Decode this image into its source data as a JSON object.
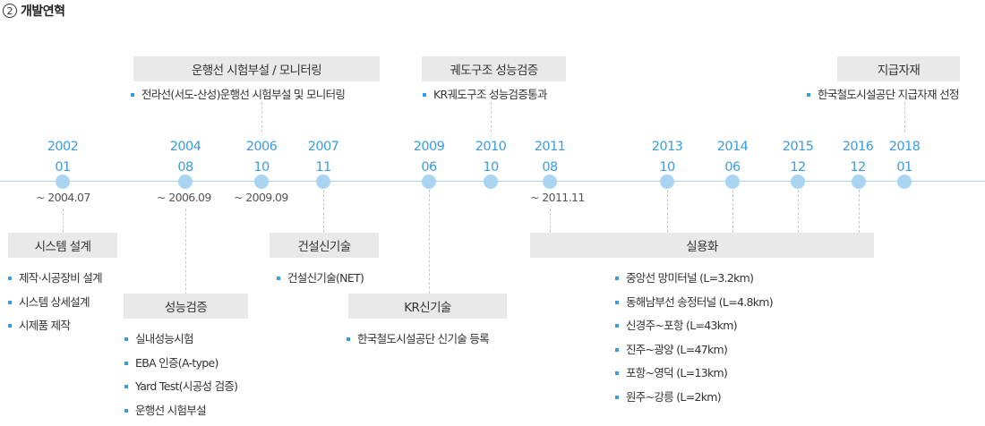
{
  "section": {
    "number": "2",
    "title": "개발연혁"
  },
  "timeline": [
    {
      "year": "2002",
      "month": "01"
    },
    {
      "year": "2004",
      "month": "08"
    },
    {
      "year": "2006",
      "month": "10"
    },
    {
      "year": "2007",
      "month": "11"
    },
    {
      "year": "2009",
      "month": "06"
    },
    {
      "year": "2010",
      "month": "10"
    },
    {
      "year": "2011",
      "month": "08"
    },
    {
      "year": "2013",
      "month": "10"
    },
    {
      "year": "2014",
      "month": "06"
    },
    {
      "year": "2015",
      "month": "12"
    },
    {
      "year": "2016",
      "month": "12"
    },
    {
      "year": "2018",
      "month": "01"
    }
  ],
  "ranges": [
    "~ 2004.07",
    "~ 2006.09",
    "~ 2009.09",
    "~ 2011.11"
  ],
  "top_events": [
    {
      "label": "운행선 시험부설 / 모니터링",
      "items": [
        "전라선(서도-산성)운행선 시험부설 및 모니터링"
      ]
    },
    {
      "label": "궤도구조 성능검증",
      "items": [
        "KR궤도구조 성능검증통과"
      ]
    },
    {
      "label": "지급자재",
      "items": [
        "한국철도시설공단 지급자재 선정"
      ]
    }
  ],
  "bottom_events": [
    {
      "label": "시스템 설계",
      "items": [
        "제작·시공장비 설계",
        "시스템 상세설계",
        "시제품 제작"
      ]
    },
    {
      "label": "성능검증",
      "items": [
        "실내성능시험",
        "EBA 인증(A-type)",
        "Yard Test(시공성 검증)",
        "운행선 시험부설"
      ]
    },
    {
      "label": "건설신기술",
      "items": [
        "건설신기술(NET)"
      ]
    },
    {
      "label": "KR신기술",
      "items": [
        "한국철도시설공단 신기술 등록"
      ]
    },
    {
      "label": "실용화",
      "items": [
        "중앙선 망미터널  (L=3.2km)",
        "동해남부선 송정터널 (L=4.8km)",
        "신경주~포항 (L=43km)",
        "진주~광양 (L=47km)",
        "포항~영덕 (L=13km)",
        "원주~강릉 (L=2km)"
      ]
    }
  ],
  "colors": {
    "accent": "#3a9be0",
    "axis": "#a9d4f2",
    "box": "#e9e9e9"
  }
}
